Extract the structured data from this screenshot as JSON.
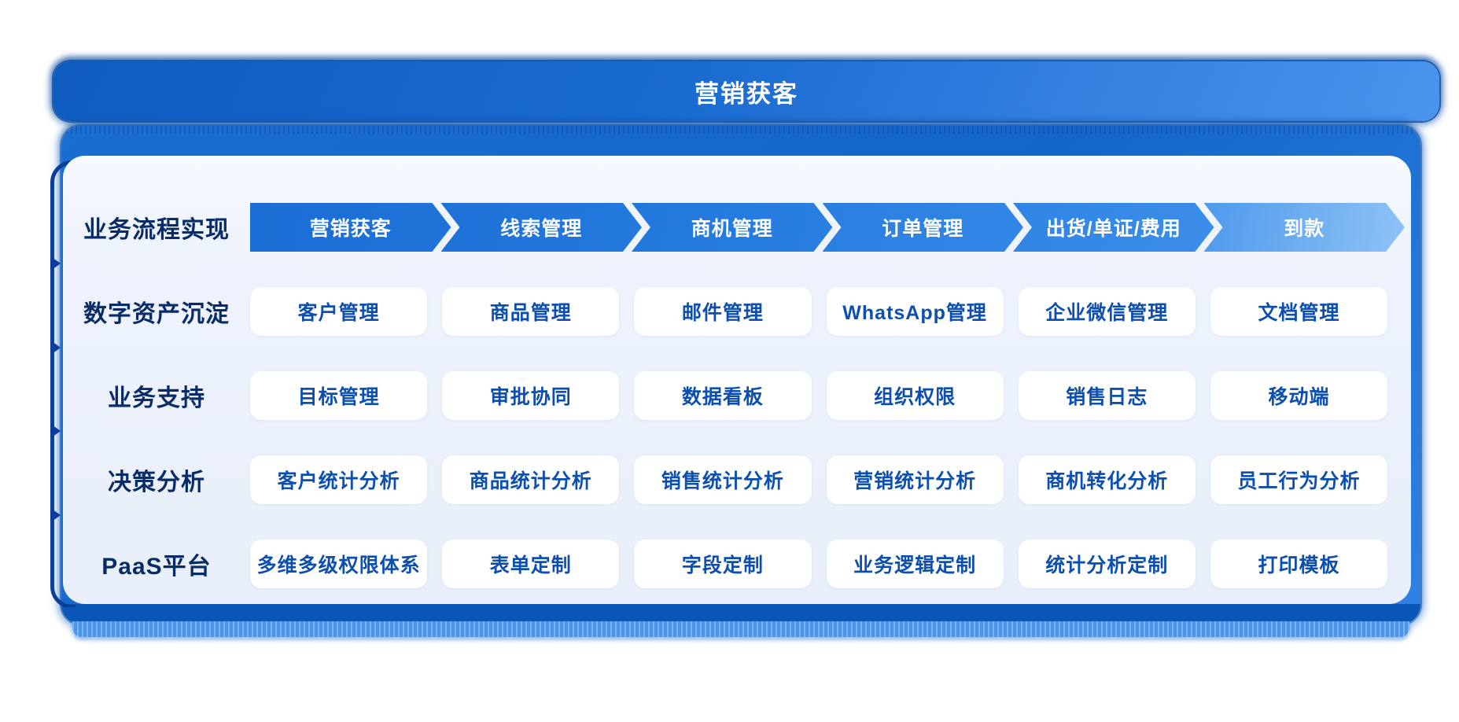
{
  "header": {
    "title": "营销获客"
  },
  "rows": [
    {
      "label": "业务流程实现",
      "type": "chevron",
      "items": [
        "营销获客",
        "线索管理",
        "商机管理",
        "订单管理",
        "出货/单证/费用",
        "到款"
      ]
    },
    {
      "label": "数字资产沉淀",
      "type": "card",
      "items": [
        "客户管理",
        "商品管理",
        "邮件管理",
        "WhatsApp管理",
        "企业微信管理",
        "文档管理"
      ]
    },
    {
      "label": "业务支持",
      "type": "card",
      "items": [
        "目标管理",
        "审批协同",
        "数据看板",
        "组织权限",
        "销售日志",
        "移动端"
      ]
    },
    {
      "label": "决策分析",
      "type": "card",
      "items": [
        "客户统计分析",
        "商品统计分析",
        "销售统计分析",
        "营销统计分析",
        "商机转化分析",
        "员工行为分析"
      ]
    },
    {
      "label": "PaaS平台",
      "type": "card",
      "items": [
        "多维多级权限体系",
        "表单定制",
        "字段定制",
        "业务逻辑定制",
        "统计分析定制",
        "打印模板"
      ]
    }
  ],
  "colors": {
    "header_blue_dark": "#0f5cc0",
    "header_blue_light": "#4a94ee",
    "band_blue": "#1465c9",
    "band_base_dark": "#0a57b7",
    "band_strip_light": "#4b95ea",
    "chevron_blue": "#1f73d9",
    "chevron_last_light": "#8ec2f6",
    "panel_bg": "#eef3fc",
    "frame_navy": "#0a3e99",
    "label_navy": "#0a2c66",
    "card_text_blue": "#0d4fae",
    "card_bg": "#ffffff"
  }
}
